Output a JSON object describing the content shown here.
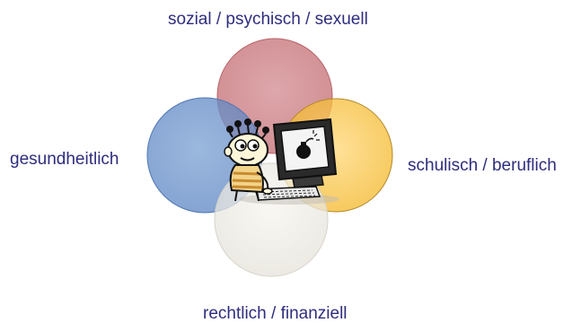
{
  "diagram": {
    "labels": {
      "top": "sozial / psychisch / sexuell",
      "left": "gesundheitlich",
      "right": "schulisch / beruflich",
      "bottom": "rechtlich / finanziell"
    },
    "circles": [
      {
        "id": "top",
        "color": "#c86a70",
        "label_key": "top"
      },
      {
        "id": "left",
        "color": "#5b86c4",
        "label_key": "left"
      },
      {
        "id": "right",
        "color": "#f5b419",
        "label_key": "right"
      },
      {
        "id": "bottom",
        "color": "#efece4",
        "label_key": "bottom"
      }
    ],
    "center_image": {
      "icon": "child-at-computer-icon"
    },
    "colors": {
      "label_text": "#2e2d7e"
    }
  }
}
